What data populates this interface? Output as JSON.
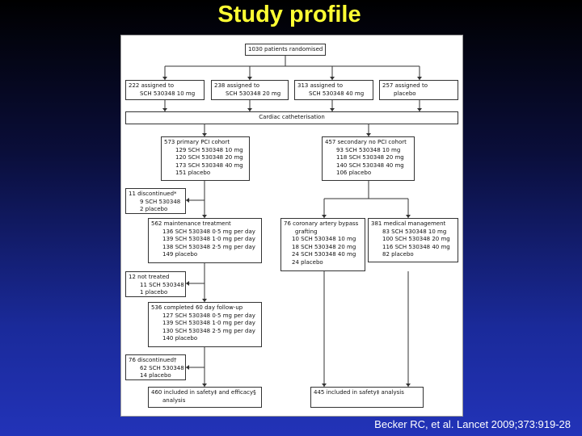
{
  "slide": {
    "title": "Study profile",
    "citation": "Becker RC, et al. Lancet 2009;373:919-28"
  },
  "flowchart": {
    "randomised": "1030 patients randomised",
    "arms": [
      [
        "222 assigned to",
        "SCH 530348 10 mg"
      ],
      [
        "238 assigned to",
        "SCH 530348 20 mg"
      ],
      [
        "313 assigned to",
        "SCH 530348 40 mg"
      ],
      [
        "257 assigned to",
        "placebo"
      ]
    ],
    "catheterisation": "Cardiac catheterisation",
    "primary_pci": {
      "header": "573 primary PCI cohort",
      "lines": [
        "129 SCH 530348 10 mg",
        "120 SCH 530348 20 mg",
        "173 SCH 530348 40 mg",
        "151 placebo"
      ]
    },
    "secondary_no_pci": {
      "header": "457 secondary no PCI cohort",
      "lines": [
        "93 SCH 530348 10 mg",
        "118 SCH 530348 20 mg",
        "140 SCH 530348 40 mg",
        "106 placebo"
      ]
    },
    "discontinued_1": {
      "header": "11 discontinued*",
      "lines": [
        "9 SCH 530348",
        "2 placebo"
      ]
    },
    "maintenance": {
      "header": "562 maintenance treatment",
      "lines": [
        "136 SCH 530348 0·5 mg per day",
        "139 SCH 530348 1·0 mg per day",
        "138 SCH 530348 2·5 mg per day",
        "149 placebo"
      ]
    },
    "cabg": {
      "header": "76 coronary artery bypass",
      "header2": "grafting",
      "lines": [
        "10 SCH 530348 10 mg",
        "18 SCH 530348 20 mg",
        "24 SCH 530348 40 mg",
        "24 placebo"
      ]
    },
    "medical": {
      "header": "381 medical management",
      "lines": [
        "83 SCH 530348 10 mg",
        "100 SCH 530348 20 mg",
        "116 SCH 530348 40 mg",
        "82 placebo"
      ]
    },
    "not_treated": {
      "header": "12 not treated",
      "lines": [
        "11 SCH 530348",
        "1 placebo"
      ]
    },
    "completed": {
      "header": "536 completed 60 day follow-up",
      "lines": [
        "127 SCH 530348 0·5 mg per day",
        "139 SCH 530348 1·0 mg per day",
        "130 SCH 530348 2·5 mg per day",
        "140 placebo"
      ]
    },
    "discontinued_2": {
      "header": "76 discontinued†",
      "lines": [
        "62 SCH 530348",
        "14 placebo"
      ]
    },
    "included_left": [
      "460 included in safety‡ and efficacy§",
      "analysis"
    ],
    "included_right": "445 included in safety‡ analysis"
  }
}
